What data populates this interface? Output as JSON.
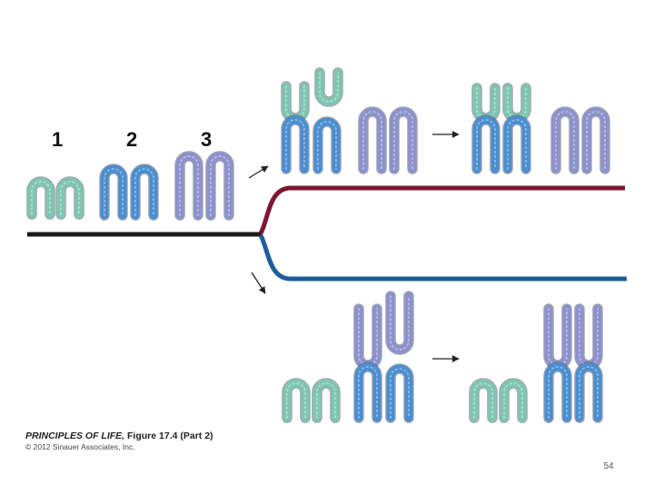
{
  "labels": {
    "n1": "1",
    "n2": "2",
    "n3": "3"
  },
  "credit": {
    "book": "PRINCIPLES OF LIFE,",
    "figure": "Figure 17.4 (Part 2)",
    "copyright": "© 2012 Sinauer Associates, Inc."
  },
  "page_number": "54",
  "colors": {
    "teal": "#7fc6b1",
    "blue": "#4a8ed0",
    "lavender": "#8c92cc",
    "top_branch": "#7e1731",
    "bottom_branch": "#1f5c9a",
    "trunk": "#1b1b1b"
  }
}
